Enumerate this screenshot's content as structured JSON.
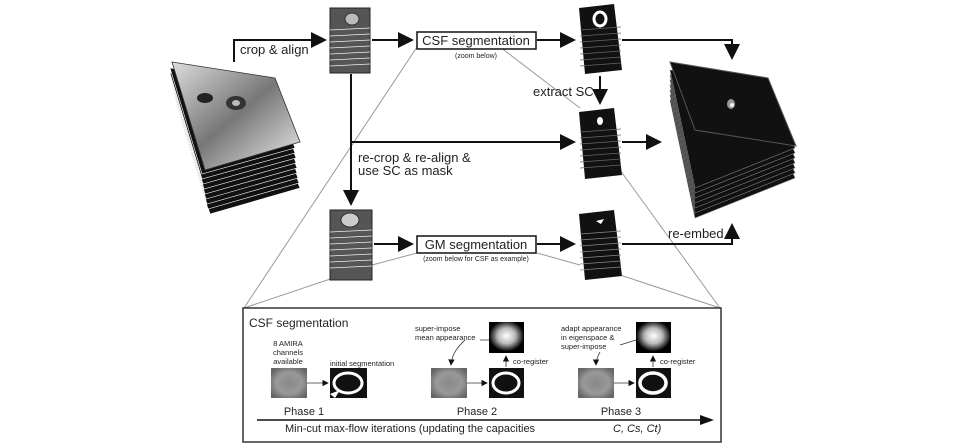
{
  "labels": {
    "crop_align": "crop & align",
    "csf_box": "CSF segmentation",
    "csf_zoom_note": "(zoom below)",
    "extract_sc": "extract SC",
    "recrop_line1": "re-crop & re-align &",
    "recrop_line2": "use SC as mask",
    "gm_box": "GM segmentation",
    "gm_zoom_note": "(zoom below for CSF as example)",
    "re_embed": "re-embed"
  },
  "inset": {
    "title": "CSF segmentation",
    "amira_line1": "8 AMIRA",
    "amira_line2": "channels",
    "amira_line3": "available",
    "initial_seg": "initial segmentation",
    "superimpose_line1": "super-impose",
    "superimpose_line2": "mean appearance",
    "coregister_1": "co-register",
    "adapt_line1": "adapt appearance",
    "adapt_line2": "in eigenspace &",
    "adapt_line3": "super-impose",
    "coregister_2": "co-register",
    "phase1": "Phase 1",
    "phase2": "Phase 2",
    "phase3": "Phase 3",
    "axis_label": "Min-cut max-flow iterations (updating the capacities",
    "capacities": "C, Cs, Ct)"
  }
}
